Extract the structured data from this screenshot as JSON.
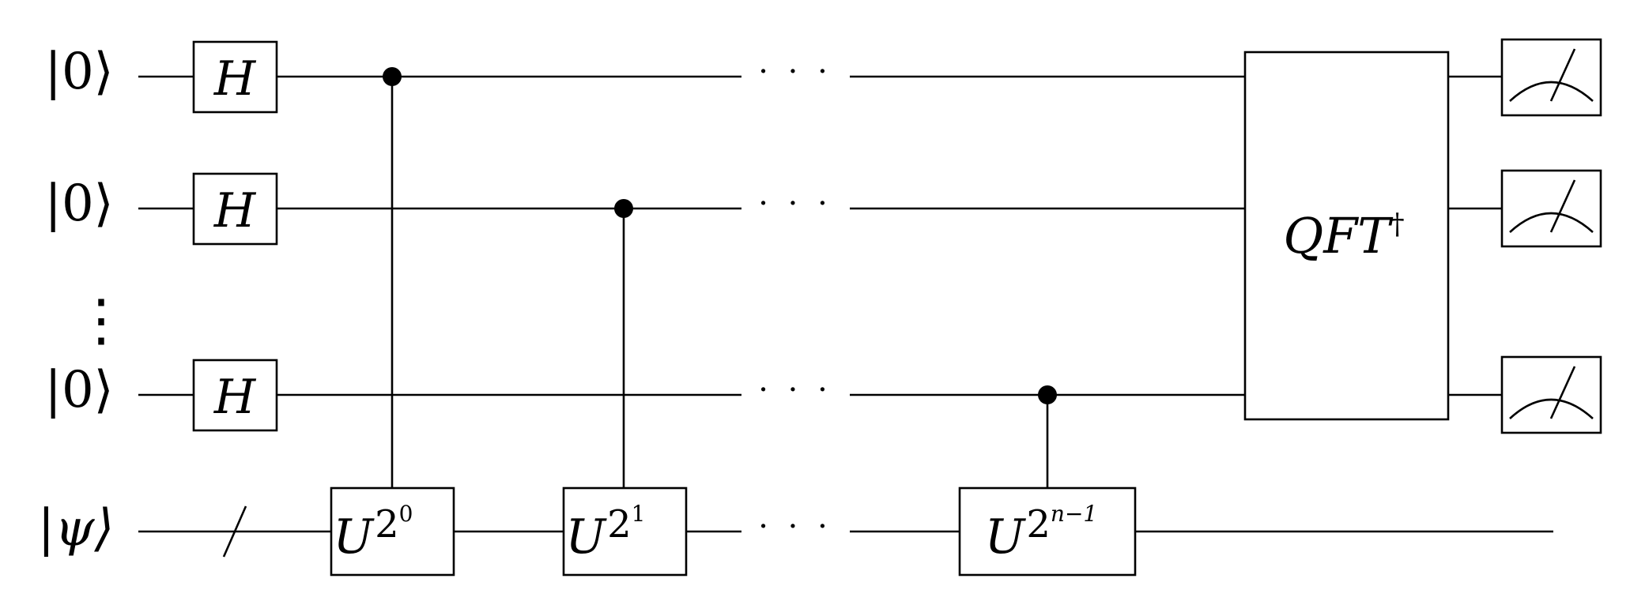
{
  "qubit_labels": {
    "q1": "|0⟩",
    "q2": "|0⟩",
    "q3": "|0⟩",
    "target": "|ψ⟩"
  },
  "hadamard_label": "H",
  "ellipsis": "· · ·",
  "vertical_ellipsis": "⋮",
  "unitary": {
    "base": "U",
    "power_base": "2",
    "exponents": [
      "0",
      "1",
      "n−1"
    ]
  },
  "inverse_qft": {
    "label": "QFT",
    "superscript": "†"
  },
  "icons": [
    "measurement-meter-icon",
    "multi-qubit-slash-icon",
    "control-dot-icon"
  ]
}
